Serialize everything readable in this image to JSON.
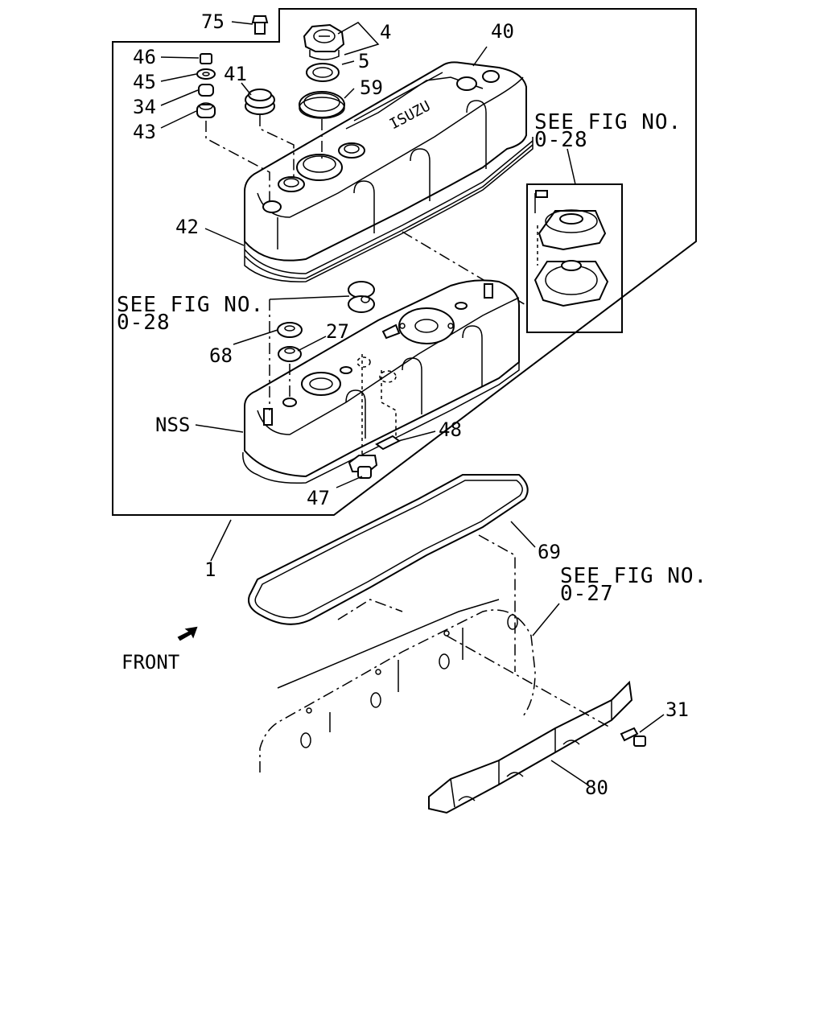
{
  "labels": {
    "p75": "75",
    "p4": "4",
    "p40": "40",
    "p46": "46",
    "p45": "45",
    "p34": "34",
    "p43": "43",
    "p41": "41",
    "p5": "5",
    "p59": "59",
    "p42": "42",
    "p68": "68",
    "p27": "27",
    "nss": "NSS",
    "p48": "48",
    "p47": "47",
    "p1": "1",
    "p69": "69",
    "p31": "31",
    "p80": "80"
  },
  "emboss": "ISUZU",
  "references": {
    "fig028_top": {
      "line1": "SEE FIG NO.",
      "line2": "0-28"
    },
    "fig028_mid": {
      "line1": "SEE FIG NO.",
      "line2": "0-28"
    },
    "fig027": {
      "line1": "SEE FIG NO.",
      "line2": "0-27"
    }
  },
  "front_label": "FRONT"
}
